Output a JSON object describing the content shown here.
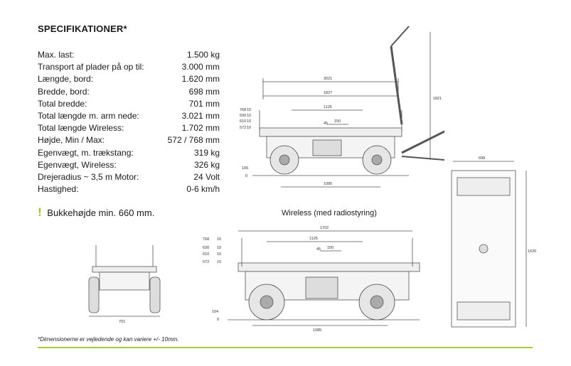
{
  "heading": "SPECIFIKATIONER*",
  "specs": [
    {
      "label": "Max. last:",
      "value": "1.500 kg"
    },
    {
      "label": "Transport af plader på op til:",
      "value": "3.000 mm"
    },
    {
      "label": "Længde, bord:",
      "value": "1.620 mm"
    },
    {
      "label": "Bredde, bord:",
      "value": "698 mm"
    },
    {
      "label": "Total bredde:",
      "value": "701 mm"
    },
    {
      "label": "Total længde m. arm nede:",
      "value": "3.021 mm"
    },
    {
      "label": "Total længde Wireless:",
      "value": "1.702 mm"
    },
    {
      "label": "Højde, Min / Max:",
      "value": "572 / 768 mm"
    },
    {
      "label": "Egenvægt, m. trækstang:",
      "value": "319 kg"
    },
    {
      "label": "Egenvægt, Wireless:",
      "value": "326 kg"
    },
    {
      "label": "Drejeradius ~ 3,5 m Motor:",
      "value": "24 Volt"
    },
    {
      "label": "Hastighed:",
      "value": "0-6 km/h"
    }
  ],
  "note": {
    "mark": "!",
    "text": "Bukkehøjde min. 660 mm."
  },
  "wireless_title": "Wireless (med radiostyring)",
  "footnote": "*Dimensionerne er vejledende og kan variere +/- 10mm.",
  "drawings": {
    "top": {
      "total": "3021",
      "len": "1827",
      "inner": "1125",
      "small": "150",
      "base": "1085",
      "height": "1821",
      "heights": [
        "768",
        "630",
        "610",
        "572"
      ],
      "ten": "10",
      "ground": "106",
      "zero": "0",
      "h45": "45"
    },
    "wireless": {
      "total": "1702",
      "inner": "1125",
      "small": "150",
      "base": "1085",
      "heights": [
        "768",
        "630",
        "610",
        "572"
      ],
      "ten": "10",
      "ground": "104",
      "zero": "0",
      "h45": "45"
    },
    "front": {
      "width": "701"
    },
    "plan": {
      "width": "698",
      "length": "1620"
    }
  },
  "colors": {
    "accent": "#a5cd39",
    "line": "#555555"
  }
}
